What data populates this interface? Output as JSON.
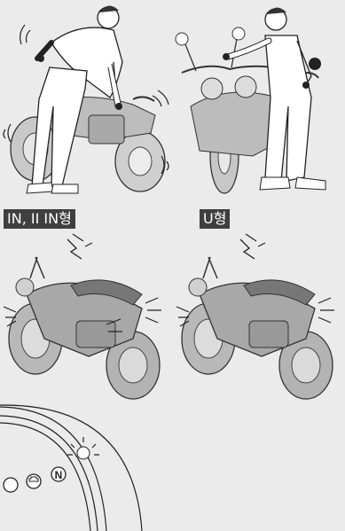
{
  "labels": {
    "type_in": "IN, II IN형",
    "type_u": "U형"
  },
  "gauge": {
    "neutral_symbol": "N"
  },
  "icons": {
    "person_rocking_bike": "person-rocking-motorcycle-illustration",
    "person_pushing_bike": "person-pushing-motorcycle-illustration",
    "bike_in": "motorcycle-in-type-illustration",
    "bike_u": "motorcycle-u-type-illustration",
    "indicator_panel": "indicator-panel-illustration"
  }
}
